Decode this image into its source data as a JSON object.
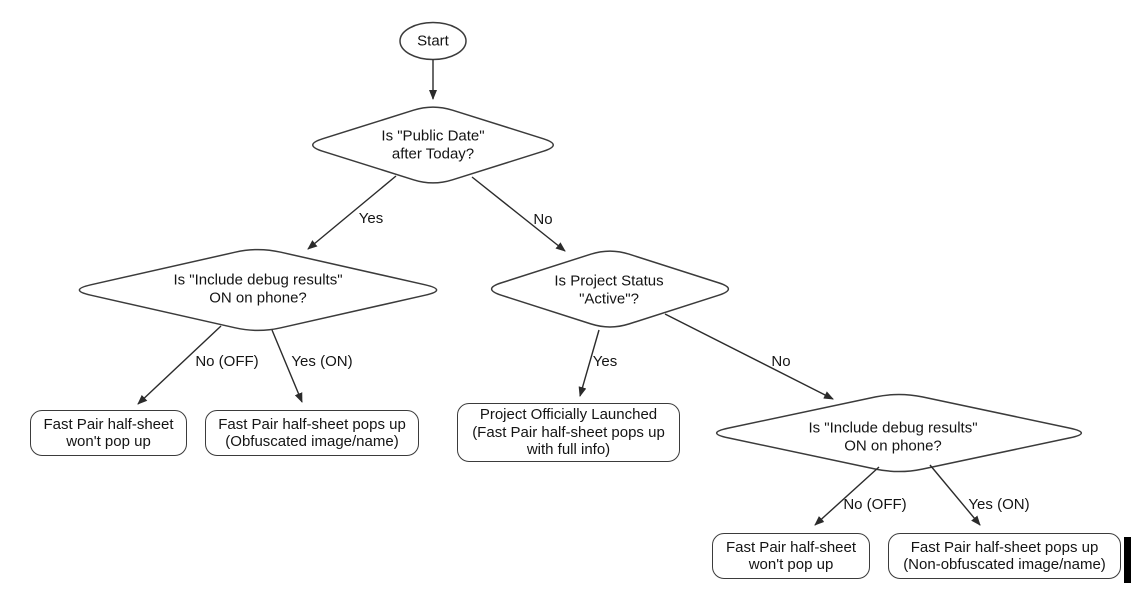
{
  "colors": {
    "stroke": "#3b3b3b",
    "text": "#141414",
    "background": "#ffffff"
  },
  "flowchart": {
    "start": {
      "label": "Start"
    },
    "decisions": [
      {
        "id": "public-date",
        "lines": [
          "Is \"Public Date\"",
          "after Today?"
        ]
      },
      {
        "id": "debug-left",
        "lines": [
          "Is \"Include debug results\"",
          "ON on phone?"
        ]
      },
      {
        "id": "project-status",
        "lines": [
          "Is Project Status",
          "\"Active\"?"
        ]
      },
      {
        "id": "debug-right",
        "lines": [
          "Is \"Include debug results\"",
          "ON on phone?"
        ]
      }
    ],
    "edges": [
      {
        "id": "public-date-yes",
        "label": "Yes"
      },
      {
        "id": "public-date-no",
        "label": "No"
      },
      {
        "id": "debug-left-no-off",
        "label": "No (OFF)"
      },
      {
        "id": "debug-left-yes-on",
        "label": "Yes (ON)"
      },
      {
        "id": "project-status-yes",
        "label": "Yes"
      },
      {
        "id": "project-status-no",
        "label": "No"
      },
      {
        "id": "debug-right-no-off",
        "label": "No (OFF)"
      },
      {
        "id": "debug-right-yes-on",
        "label": "Yes (ON)"
      }
    ],
    "outcomes": [
      {
        "id": "left-wont-pop-up",
        "lines": [
          "Fast Pair half-sheet",
          "won't pop up"
        ]
      },
      {
        "id": "left-obfuscated",
        "lines": [
          "Fast Pair half-sheet pops up",
          "(Obfuscated image/name)"
        ]
      },
      {
        "id": "officially-launched",
        "lines": [
          "Project Officially Launched",
          "(Fast Pair half-sheet pops up",
          "with full info)"
        ]
      },
      {
        "id": "right-wont-pop-up",
        "lines": [
          "Fast Pair half-sheet",
          "won't pop up"
        ]
      },
      {
        "id": "right-non-obfuscated",
        "lines": [
          "Fast Pair half-sheet pops up",
          "(Non-obfuscated image/name)"
        ]
      }
    ]
  }
}
